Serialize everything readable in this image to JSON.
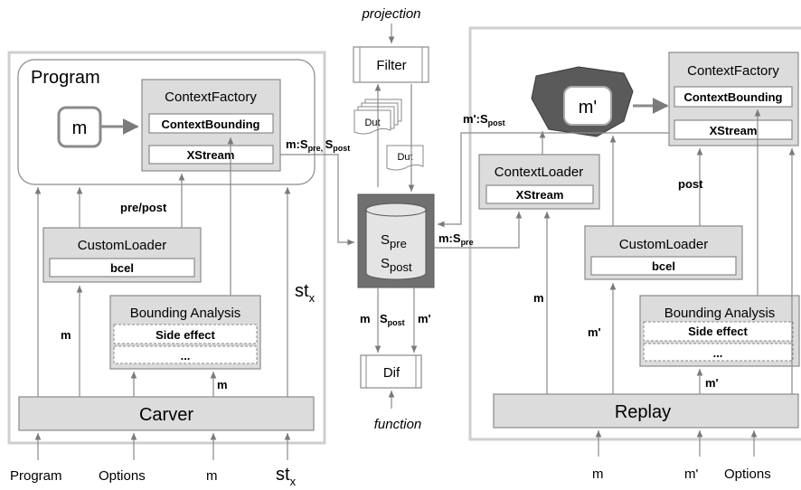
{
  "left_panel": {
    "program_title": "Program",
    "m_node": "m",
    "context_factory": {
      "title": "ContextFactory",
      "row1": "ContextBounding",
      "row2": "XStream"
    },
    "custom_loader": {
      "title": "CustomLoader",
      "row1": "bcel"
    },
    "bounding_analysis": {
      "title": "Bounding Analysis",
      "row1": "Side effect",
      "row2": "..."
    },
    "carver": "Carver",
    "edge_labels": {
      "pre_post": "pre/post",
      "m_left": "m",
      "m_bottom": "m",
      "stx": "st",
      "stx_sub": "x"
    },
    "inputs": {
      "program": "Program",
      "options": "Options",
      "m": "m",
      "stx": "st",
      "stx_sub": "x"
    }
  },
  "center": {
    "projection": "projection",
    "filter": "Filter",
    "dut_stack": "Dut",
    "dut_single": "Dut",
    "store_line1": "S",
    "store_line1_sub": "pre",
    "store_line2": "S",
    "store_line2_sub": "post",
    "edge_m_spre_spost": {
      "main": "m:S",
      "sub1": "pre, ",
      "mid": "S",
      "sub2": "post"
    },
    "edge_m_spost_right": {
      "main": "m':S",
      "sub": "post"
    },
    "edge_m_spre_right": {
      "main": "m:S",
      "sub": "pre"
    },
    "below_labels": {
      "m": "m",
      "s": "S",
      "s_sub": "post",
      "m_prime": "m'"
    },
    "dif": "Dif",
    "function": "function"
  },
  "right_panel": {
    "m_prime_node": "m'",
    "context_factory": {
      "title": "ContextFactory",
      "row1": "ContextBounding",
      "row2": "XStream"
    },
    "context_loader": {
      "title": "ContextLoader",
      "row1": "XStream"
    },
    "custom_loader": {
      "title": "CustomLoader",
      "row1": "bcel"
    },
    "bounding_analysis": {
      "title": "Bounding Analysis",
      "row1": "Side effect",
      "row2": "..."
    },
    "replay": "Replay",
    "edge_labels": {
      "post": "post",
      "m": "m",
      "m_prime_left": "m'",
      "m_prime_bottom": "m'"
    },
    "inputs": {
      "m": "m",
      "m_prime": "m'",
      "options": "Options"
    }
  }
}
